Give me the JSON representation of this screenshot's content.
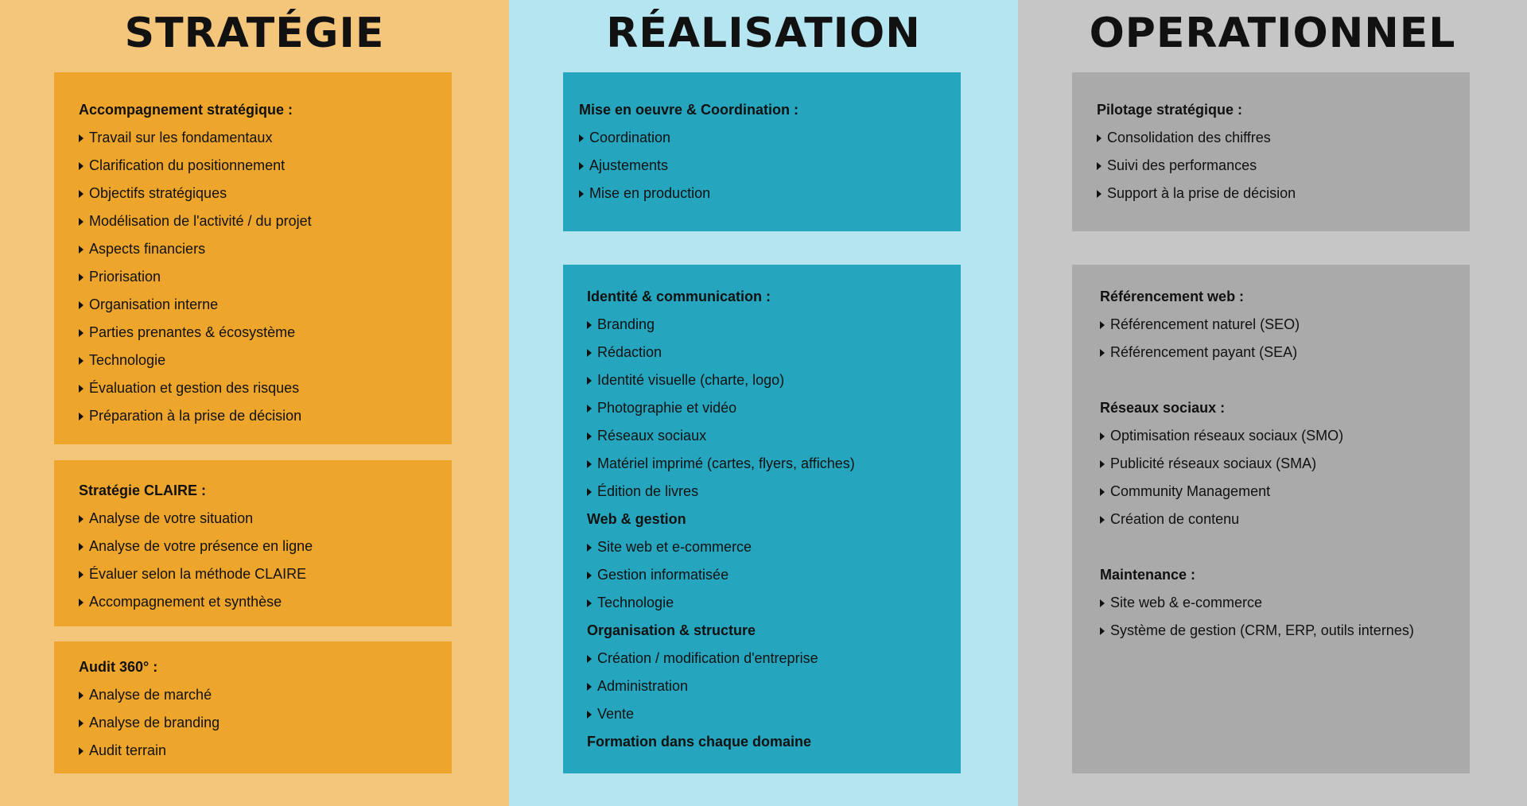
{
  "colors": {
    "strategie_bg": "#f4c67c",
    "strategie_card": "#eea52c",
    "realisation_bg": "#b5e5f0",
    "realisation_card": "#26a6be",
    "operationnel_bg": "#c6c6c6",
    "operationnel_card": "#aaaaaa"
  },
  "columns": [
    {
      "title": "STRATÉGIE",
      "cards": [
        {
          "blocks": [
            {
              "heading": "Accompagnement stratégique :",
              "items": [
                "Travail sur les fondamentaux",
                "Clarification du positionnement",
                "Objectifs stratégiques",
                "Modélisation de l'activité / du projet",
                "Aspects financiers",
                "Priorisation",
                "Organisation interne",
                "Parties prenantes & écosystème",
                "Technologie",
                "Évaluation et gestion des risques",
                "Préparation à la prise de décision"
              ]
            }
          ]
        },
        {
          "blocks": [
            {
              "heading": "Stratégie CLAIRE :",
              "items": [
                "Analyse de votre situation",
                "Analyse de votre présence en ligne",
                "Évaluer selon la méthode CLAIRE",
                "Accompagnement et synthèse"
              ]
            }
          ]
        },
        {
          "blocks": [
            {
              "heading": "Audit 360° :",
              "items": [
                "Analyse de marché",
                "Analyse de branding",
                "Audit terrain"
              ]
            }
          ]
        }
      ]
    },
    {
      "title": "RÉALISATION",
      "cards": [
        {
          "blocks": [
            {
              "heading": "Mise en oeuvre & Coordination :",
              "items": [
                "Coordination",
                "Ajustements",
                "Mise en production"
              ]
            }
          ]
        },
        {
          "blocks": [
            {
              "heading": "Identité & communication :",
              "items": [
                "Branding",
                "Rédaction",
                "Identité visuelle (charte, logo)",
                "Photographie et vidéo",
                "Réseaux sociaux",
                "Matériel imprimé (cartes, flyers, affiches)",
                "Édition de livres"
              ]
            },
            {
              "heading": "Web & gestion",
              "items": [
                "Site web et e-commerce",
                "Gestion informatisée",
                "Technologie"
              ]
            },
            {
              "heading": "Organisation & structure",
              "items": [
                "Création / modification d'entreprise",
                "Administration",
                "Vente"
              ]
            },
            {
              "heading": "Formation dans chaque domaine",
              "items": []
            }
          ]
        }
      ]
    },
    {
      "title": "OPERATIONNEL",
      "cards": [
        {
          "blocks": [
            {
              "heading": "Pilotage stratégique :",
              "items": [
                "Consolidation des chiffres",
                "Suivi des performances",
                "Support à la prise de décision"
              ]
            }
          ]
        },
        {
          "blocks": [
            {
              "heading": "Référencement web :",
              "items": [
                "Référencement naturel (SEO)",
                "Référencement payant (SEA)"
              ]
            },
            {
              "heading": "Réseaux sociaux :",
              "items": [
                "Optimisation réseaux sociaux (SMO)",
                "Publicité réseaux sociaux (SMA)",
                "Community Management",
                "Création de contenu"
              ]
            },
            {
              "heading": "Maintenance :",
              "items": [
                "Site web & e-commerce",
                "Système de gestion (CRM, ERP, outils internes)"
              ]
            }
          ]
        }
      ]
    }
  ]
}
